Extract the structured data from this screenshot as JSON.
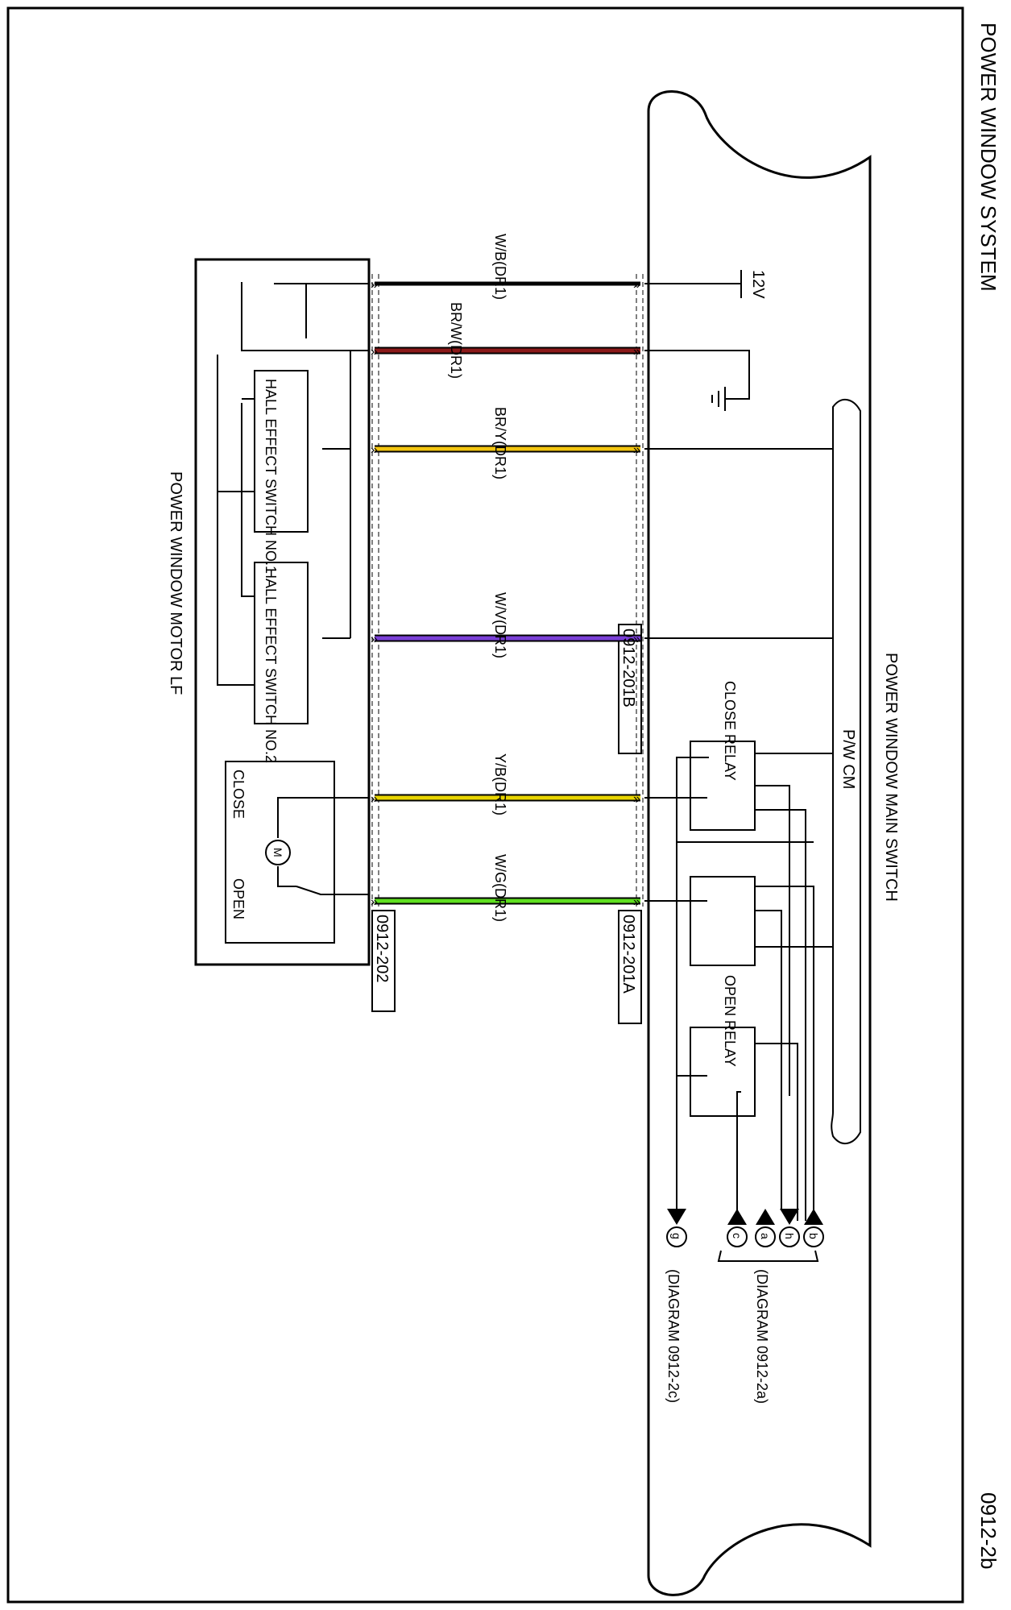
{
  "page": {
    "title": "POWER WINDOW SYSTEM",
    "diagram_id": "0912-2b"
  },
  "main_switch": {
    "title": "POWER WINDOW MAIN SWITCH",
    "pwcm": "P/W CM",
    "close_relay": "CLOSE RELAY",
    "open_relay": "OPEN RELAY",
    "supply": "12V",
    "connector_a": "0912-201A",
    "connector_b": "0912-201B"
  },
  "motor": {
    "title": "POWER WINDOW MOTOR LF",
    "hall1": "HALL EFFECT SWITCH NO.1",
    "hall2": "HALL EFFECT SWITCH NO.2",
    "close": "CLOSE",
    "open": "OPEN",
    "motor_symbol": "M",
    "connector": "0912-202"
  },
  "wires": [
    {
      "label": "W/B(DR1)",
      "color": "#000000"
    },
    {
      "label": "BR/W(DR1)",
      "color": "#8b1a1a"
    },
    {
      "label": "BR/Y(DR1)",
      "color": "#f2c40f"
    },
    {
      "label": "W/V(DR1)",
      "color": "#7a3fd6"
    },
    {
      "label": "Y/B(DR1)",
      "color": "#e8d400"
    },
    {
      "label": "W/G(DR1)",
      "color": "#5fe020"
    }
  ],
  "connectors_out": [
    {
      "letter": "b"
    },
    {
      "letter": "h"
    },
    {
      "letter": "a"
    },
    {
      "letter": "c"
    },
    {
      "letter": "g"
    }
  ],
  "refs": {
    "diagram_a": "(DIAGRAM 0912-2a)",
    "diagram_c": "(DIAGRAM 0912-2c)"
  }
}
